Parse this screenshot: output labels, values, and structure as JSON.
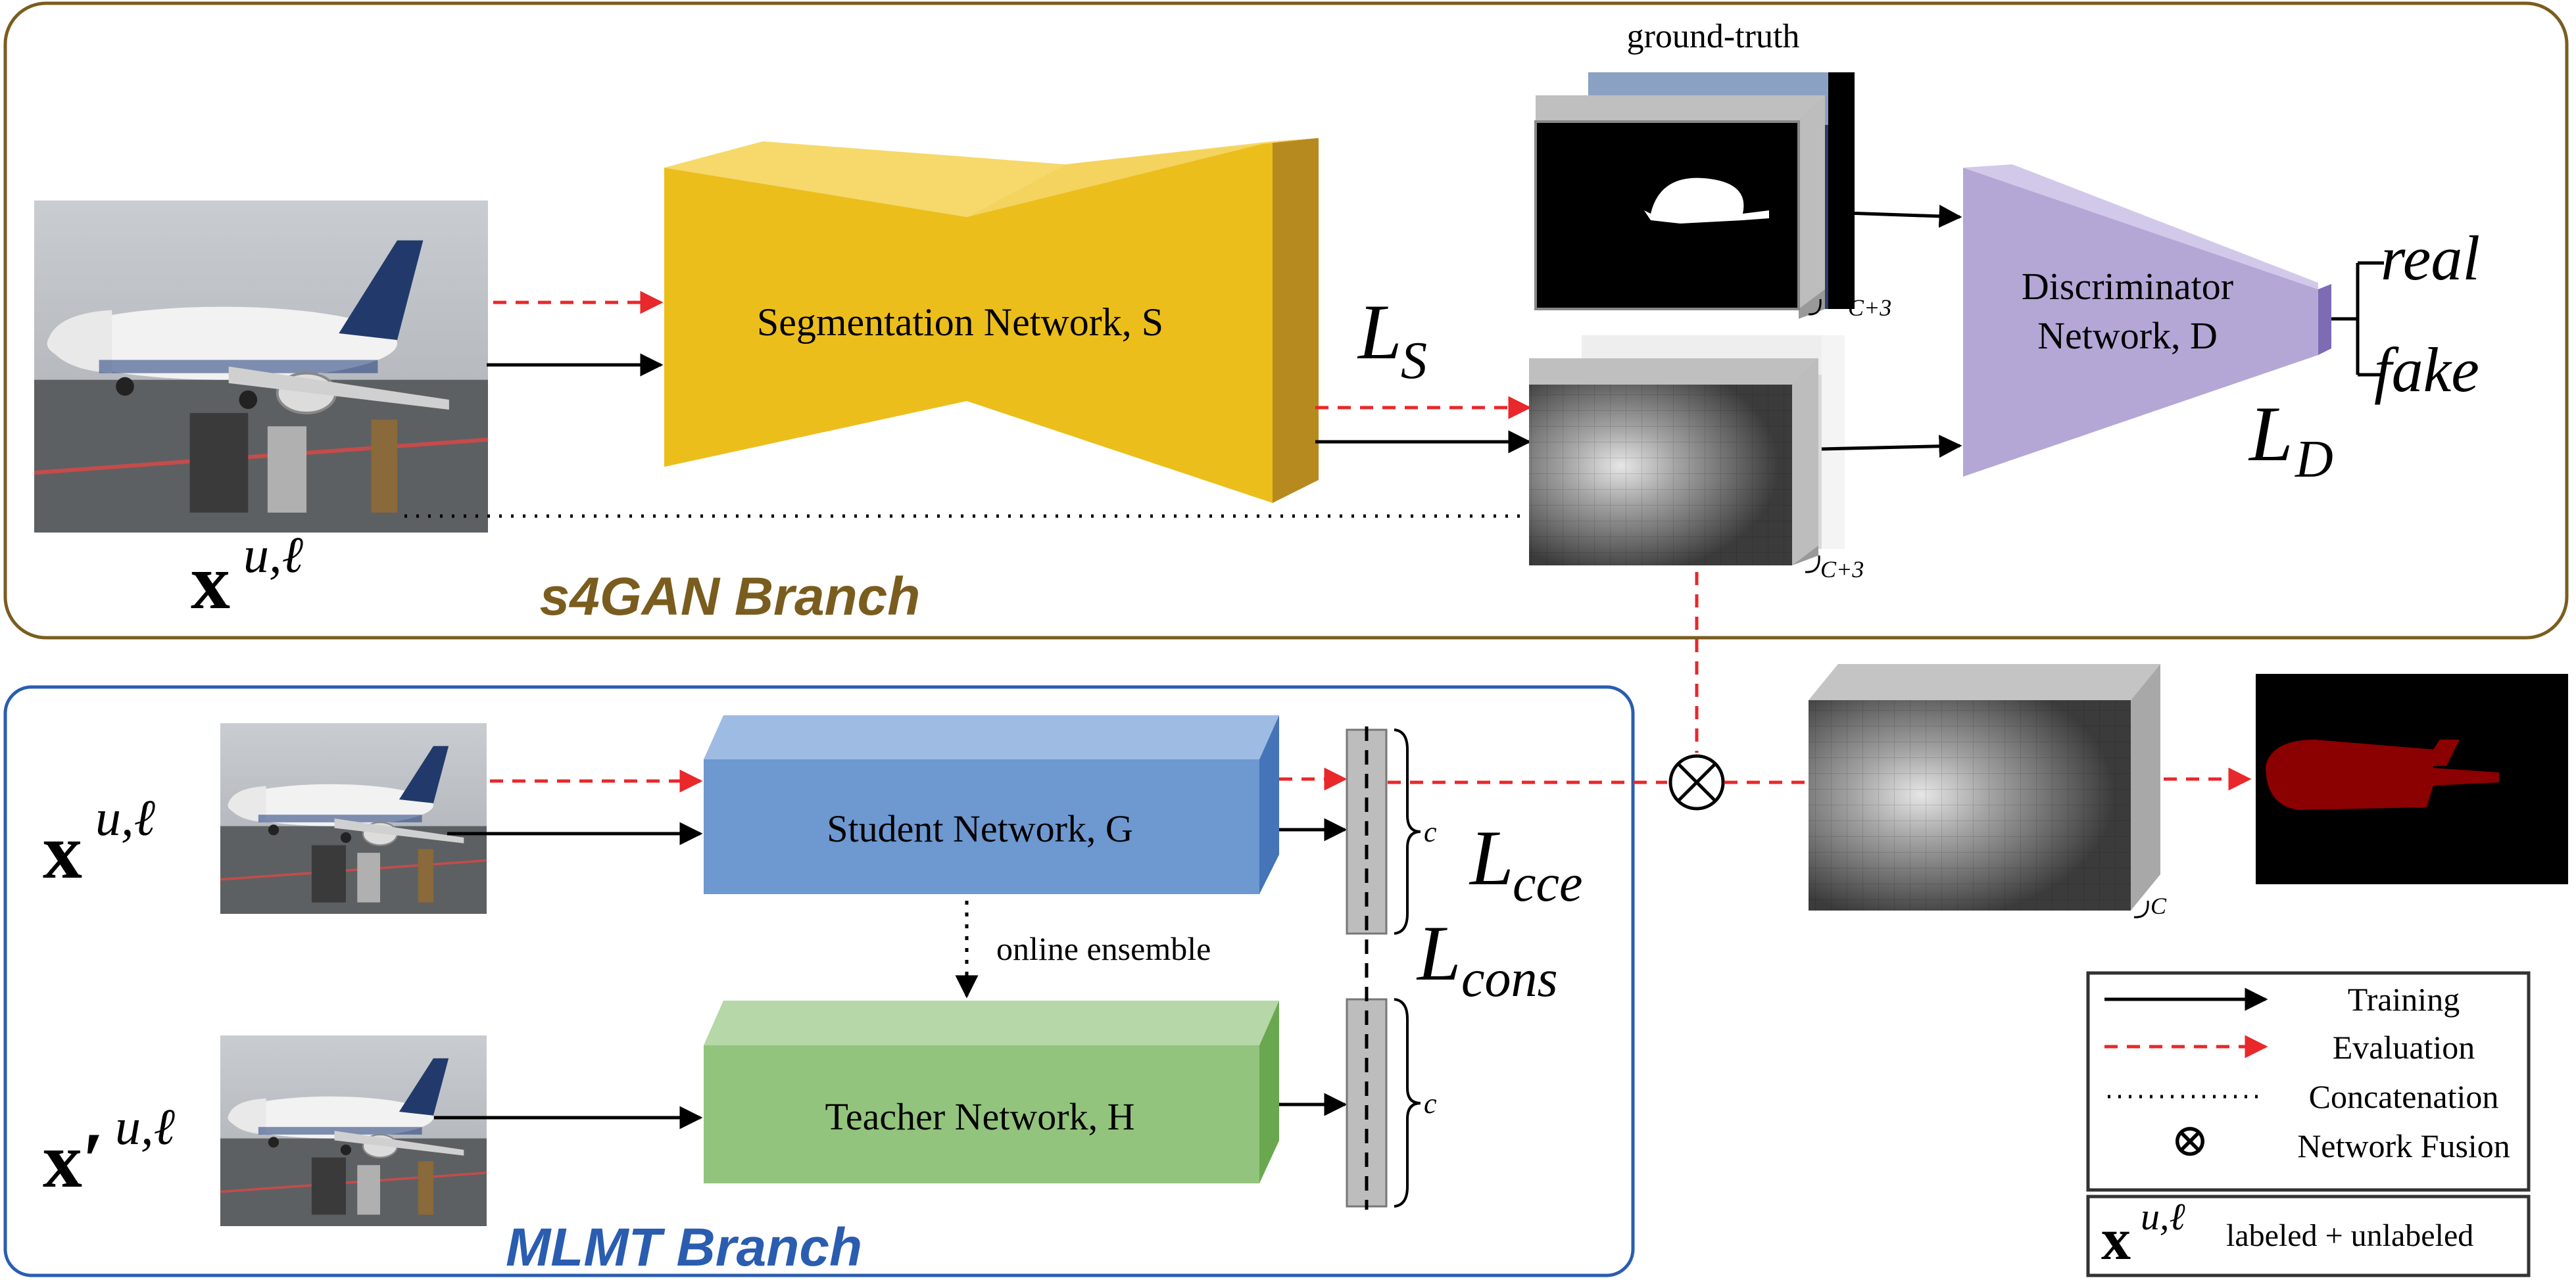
{
  "colors": {
    "s4gan_border": "#7a5d1e",
    "s4gan_title": "#7a5d1e",
    "mlmt_border": "#2a5db0",
    "mlmt_title": "#2a5db0",
    "segmentation": "#ecbe1c",
    "student": "#6d98d0",
    "teacher": "#93c47d",
    "discriminator": "#b4a7d6",
    "eval_arrow": "#e8282b",
    "train_arrow": "#000000",
    "prediction_red": "#8b0000"
  },
  "s4gan": {
    "title": "s4GAN Branch",
    "segmentation_label": "Segmentation Network, S",
    "discriminator_line1": "Discriminator",
    "discriminator_line2": "Network, D",
    "ground_truth_label": "ground-truth",
    "channels_gt": "C+3",
    "channels_pred": "C+3",
    "loss_s": "L",
    "loss_s_sub": "S",
    "loss_d": "L",
    "loss_d_sub": "D",
    "output_real": "real",
    "output_fake": "fake",
    "input_label": "x",
    "input_superscript": "u,ℓ"
  },
  "mlmt": {
    "title": "MLMT Branch",
    "student_label": "Student Network, G",
    "teacher_label": "Teacher Network, H",
    "online_ensemble": "online ensemble",
    "channels_student": "c",
    "channels_teacher": "c",
    "loss_cce": "L",
    "loss_cce_sub": "cce",
    "loss_cons": "L",
    "loss_cons_sub": "cons",
    "input_label": "x",
    "input_superscript": "u,ℓ",
    "input2_label": "x′",
    "input2_superscript": "u,ℓ"
  },
  "fusion": {
    "symbol": "⊗",
    "channels": "C"
  },
  "legend": {
    "training": "Training",
    "evaluation": "Evaluation",
    "concatenation": "Concatenation",
    "fusion": "Network Fusion",
    "fusion_symbol": "⊗",
    "data_label": "x",
    "data_superscript": "u,ℓ",
    "data_desc": "labeled + unlabeled"
  }
}
